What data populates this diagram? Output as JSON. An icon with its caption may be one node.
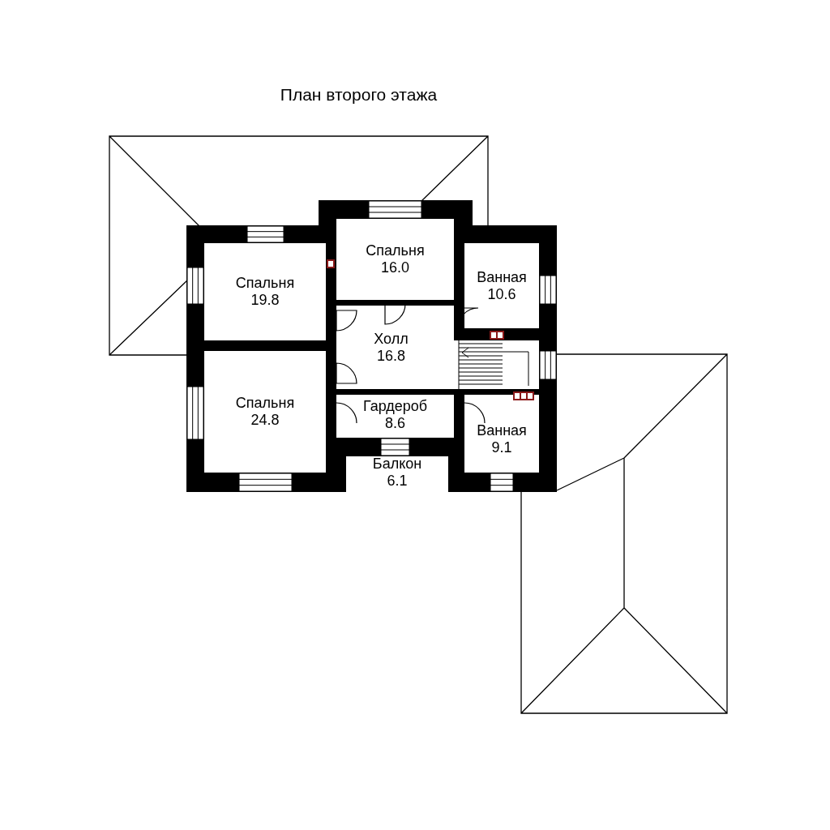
{
  "diagram": {
    "title": "План второго этажа",
    "nodes": [
      {
        "text": [
          "Спальня",
          "16.0"
        ]
      },
      {
        "text": [
          "Спальня",
          "19.8"
        ]
      },
      {
        "text": [
          "Ванная",
          "10.6"
        ]
      },
      {
        "text": [
          "Холл",
          "16.8"
        ]
      },
      {
        "text": [
          "Спальня",
          "24.8"
        ]
      },
      {
        "text": [
          "Гардероб",
          "8.6"
        ]
      },
      {
        "text": [
          "Ванная",
          "9.1"
        ]
      },
      {
        "text": [
          "Балкон",
          "6.1"
        ]
      }
    ]
  }
}
